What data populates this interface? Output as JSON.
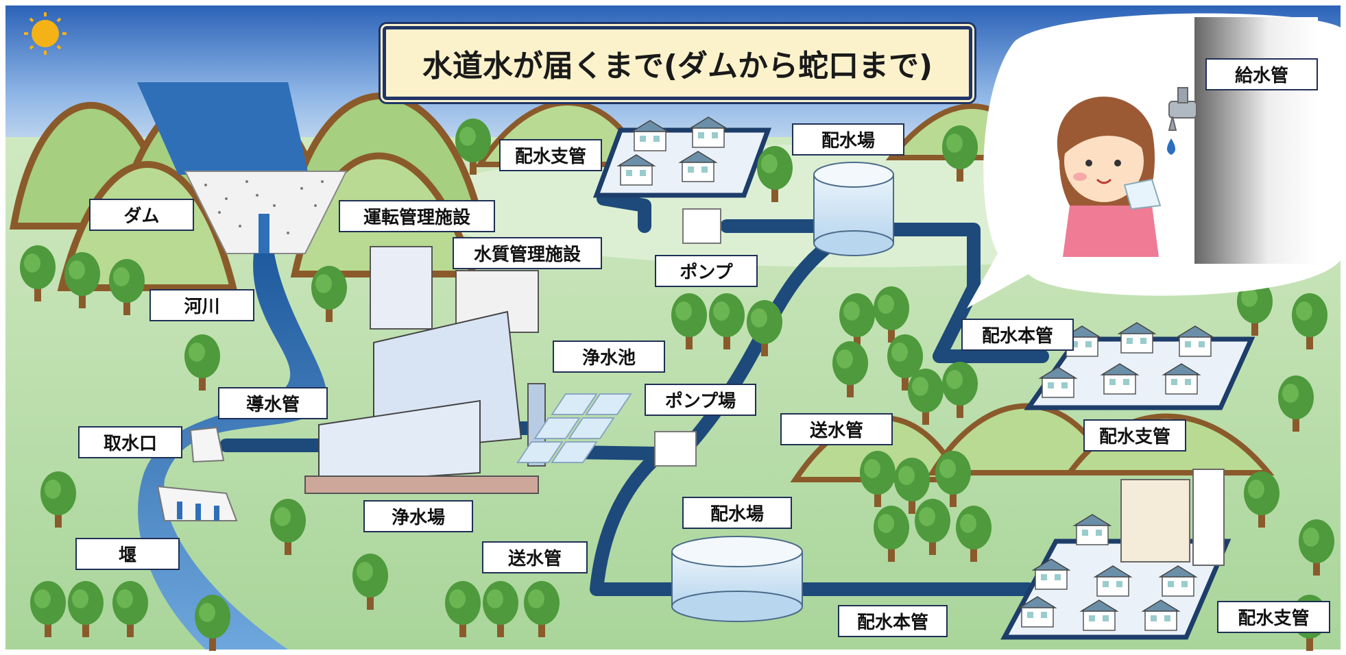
{
  "title": "水道水が届くまで(ダムから蛇口まで)",
  "labels": {
    "dam": "ダム",
    "river": "河川",
    "operation_facility": "運転管理施設",
    "water_quality_facility": "水質管理施設",
    "intake_pipe": "導水管",
    "intake": "取水口",
    "weir": "堰",
    "purification_plant": "浄水場",
    "clear_water_pool": "浄水池",
    "pump_station": "ポンプ場",
    "pump": "ポンプ",
    "distribution_branch_top": "配水支管",
    "distribution_reservoir_top": "配水場",
    "distribution_main_right": "配水本管",
    "transmission_pipe_mid": "送水管",
    "distribution_branch_right": "配水支管",
    "distribution_reservoir_bottom": "配水場",
    "transmission_pipe_bottom": "送水管",
    "distribution_main_bottom": "配水本管",
    "distribution_branch_bottom": "配水支管",
    "service_pipe": "給水管"
  },
  "colors": {
    "pipe": "#1d4a7a",
    "sky_top": "#2c63b8",
    "grass": "#bfe0b0",
    "label_border": "#1e2f55",
    "banner_bg": "#fbf2cc"
  },
  "icons": [
    "sun-icon",
    "dam-icon",
    "tree-icon",
    "house-icon",
    "tank-icon",
    "faucet-icon",
    "girl-icon"
  ]
}
